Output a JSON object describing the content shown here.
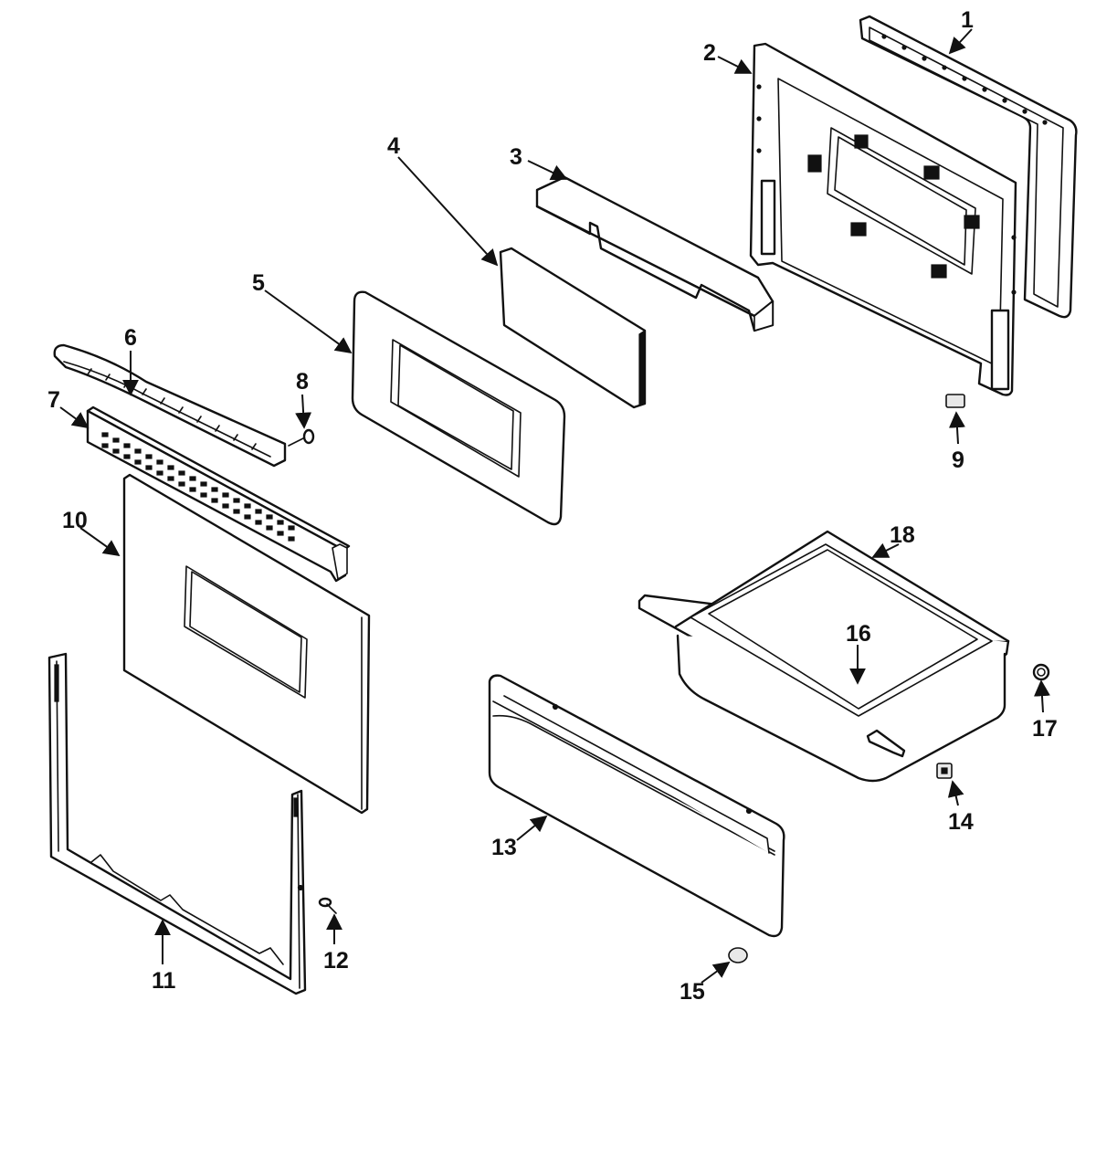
{
  "parts": [
    {
      "number": "1"
    },
    {
      "number": "2"
    },
    {
      "number": "3"
    },
    {
      "number": "4"
    },
    {
      "number": "5"
    },
    {
      "number": "6"
    },
    {
      "number": "7"
    },
    {
      "number": "8"
    },
    {
      "number": "9"
    },
    {
      "number": "10"
    },
    {
      "number": "11"
    },
    {
      "number": "12"
    },
    {
      "number": "13"
    },
    {
      "number": "14"
    },
    {
      "number": "15"
    },
    {
      "number": "16"
    },
    {
      "number": "17"
    },
    {
      "number": "18"
    }
  ]
}
